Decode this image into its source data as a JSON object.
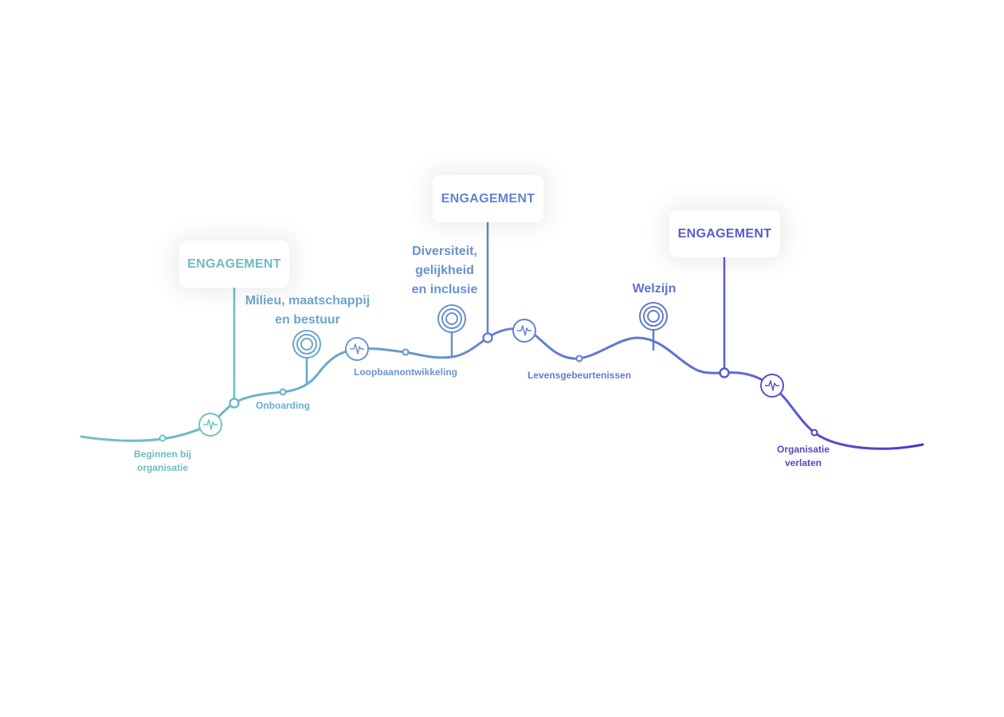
{
  "engagement_cards": [
    {
      "label": "ENGAGEMENT",
      "color": "#6bbcc3"
    },
    {
      "label": "ENGAGEMENT",
      "color": "#6382cf"
    },
    {
      "label": "ENGAGEMENT",
      "color": "#5a5bcf"
    }
  ],
  "topics": [
    {
      "label": "Milieu, maatschappij\nen bestuur",
      "icon": "target-rings-icon"
    },
    {
      "label": "Diversiteit,\ngelijkheid\nen inclusie",
      "icon": "target-rings-icon"
    },
    {
      "label": "Welzijn",
      "icon": "target-rings-icon"
    }
  ],
  "stages": [
    {
      "label": "Beginnen bij\norganisatie"
    },
    {
      "label": "Onboarding"
    },
    {
      "label": "Loopbaanontwikkeling"
    },
    {
      "label": "Levensgebeurtenissen"
    },
    {
      "label": "Organisatie\nverlaten"
    }
  ],
  "pulse_icon": "heartbeat-pulse-icon",
  "colors": {
    "gradient_start": "#6fc4c4",
    "gradient_mid": "#6386cf",
    "gradient_end": "#5030c8"
  }
}
